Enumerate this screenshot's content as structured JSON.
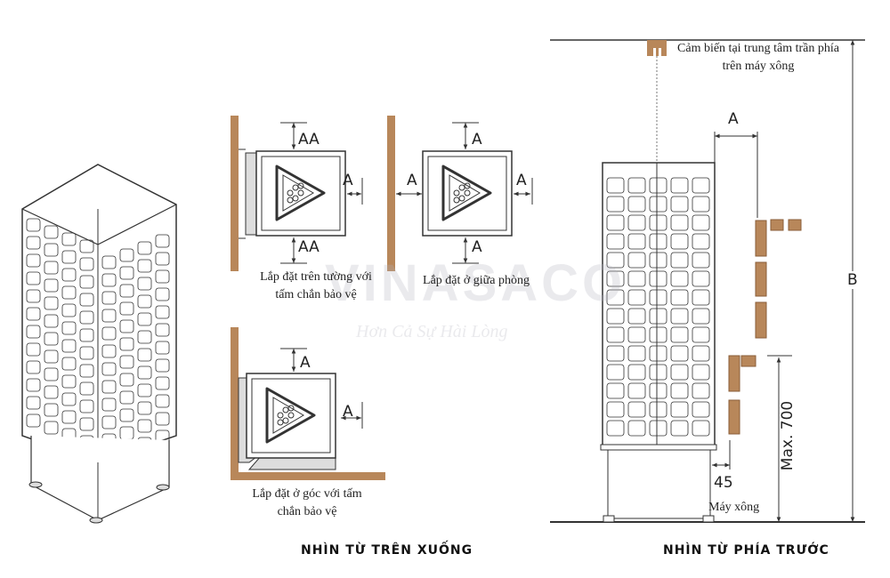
{
  "watermark": {
    "brand": "VINASACO",
    "slogan": "Hơn Cả Sự Hài Lòng"
  },
  "top_view": {
    "title": "NHÌN TỪ TRÊN XUỐNG",
    "wall_mount": {
      "caption_line1": "Lắp đặt trên tường với",
      "caption_line2": "tấm chắn bảo vệ",
      "dim_top": "AA",
      "dim_bottom": "AA",
      "dim_side": "A"
    },
    "center": {
      "caption": "Lắp đặt ở giữa phòng",
      "dim_top": "A",
      "dim_bottom": "A",
      "dim_left": "A",
      "dim_right": "A"
    },
    "corner": {
      "caption_line1": "Lắp đặt ở góc với tấm",
      "caption_line2": "chắn bảo vệ",
      "dim_top": "A",
      "dim_side": "A"
    }
  },
  "front_view": {
    "title": "NHÌN TỪ PHÍA TRƯỚC",
    "sensor_line1": "Cảm biến tại trung tâm trần phía",
    "sensor_line2": "trên máy xông",
    "dim_a": "A",
    "dim_b": "B",
    "dim_max": "Max. 700",
    "dim_45": "45",
    "heater_label": "Máy xông"
  },
  "colors": {
    "wood": "#b8875a",
    "line": "#333333"
  }
}
